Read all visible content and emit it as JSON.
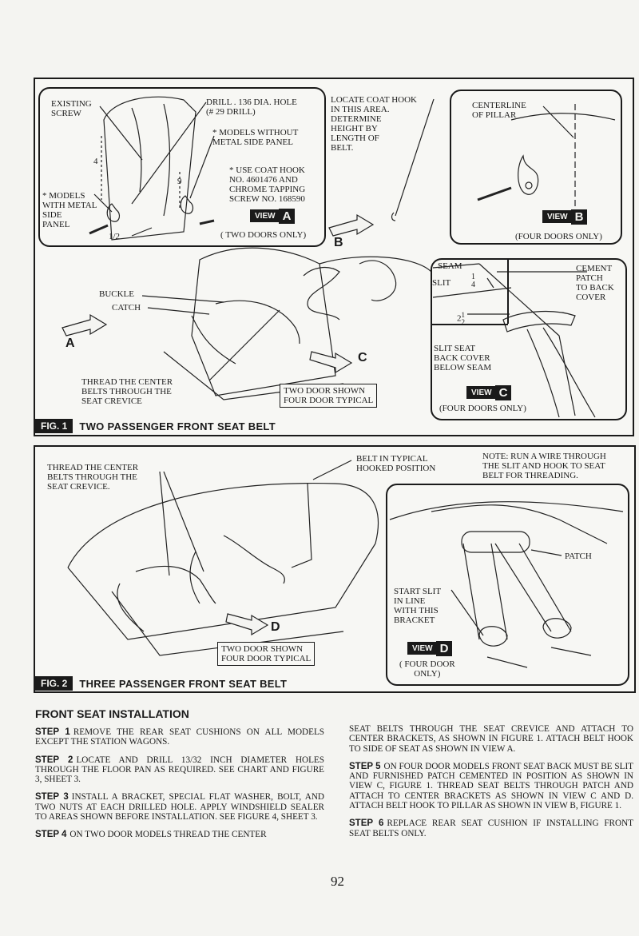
{
  "fig1": {
    "tag": "FIG. 1",
    "title": "TWO PASSENGER FRONT SEAT BELT",
    "view_a": {
      "existing_screw": "EXISTING\nSCREW",
      "drill": "DRILL . 136 DIA. HOLE\n(# 29 DRILL)",
      "models_without": "* MODELS WITHOUT\nMETAL SIDE PANEL",
      "coat_hook_note": "* USE COAT HOOK\nNO. 4601476 AND\nCHROME TAPPING\nSCREW NO. 168590",
      "models_with": "* MODELS\nWITH METAL\nSIDE\nPANEL",
      "dim_4": "4",
      "dim_9": "9",
      "dim_half": "1/2",
      "view_word": "VIEW",
      "view_letter": "A",
      "caption": "( TWO DOORS ONLY)"
    },
    "locate_hook": "LOCATE COAT HOOK\nIN THIS AREA.\nDETERMINE\nHEIGHT BY\nLENGTH OF\nBELT.",
    "view_b": {
      "centerline": "CENTERLINE\nOF PILLAR",
      "view_word": "VIEW",
      "view_letter": "B",
      "caption": "(FOUR DOORS ONLY)"
    },
    "arrow_b": "B",
    "arrow_a": "A",
    "arrow_c": "C",
    "buckle": "BUCKLE",
    "catch": "CATCH",
    "thread": "THREAD THE CENTER\nBELTS THROUGH THE\nSEAT CREVICE",
    "door_note": "TWO DOOR SHOWN\nFOUR DOOR TYPICAL",
    "view_c": {
      "seam": "SEAM",
      "slit": "SLIT",
      "frac_quarter_n": "1",
      "frac_quarter_d": "4",
      "dim_2": "2",
      "frac_half_n": "1",
      "frac_half_d": "2",
      "cement": "CEMENT\nPATCH\nTO BACK\nCOVER",
      "slit_seat": "SLIT SEAT\nBACK COVER\nBELOW SEAM",
      "view_word": "VIEW",
      "view_letter": "C",
      "caption": "(FOUR DOORS ONLY)"
    }
  },
  "fig2": {
    "tag": "FIG. 2",
    "title": "THREE PASSENGER FRONT SEAT BELT",
    "thread": "THREAD THE CENTER\nBELTS THROUGH THE\nSEAT CREVICE.",
    "belt_hooked": "BELT IN TYPICAL\nHOOKED POSITION",
    "note": "NOTE: RUN A WIRE THROUGH\nTHE SLIT AND HOOK TO SEAT\nBELT FOR THREADING.",
    "patch": "PATCH",
    "start_slit": "START SLIT\nIN LINE\nWITH THIS\nBRACKET",
    "arrow_d": "D",
    "door_note": "TWO DOOR SHOWN\nFOUR DOOR TYPICAL",
    "view_d": {
      "view_word": "VIEW",
      "view_letter": "D",
      "caption": "( FOUR DOOR\nONLY)"
    }
  },
  "section": {
    "heading": "FRONT SEAT INSTALLATION",
    "steps": [
      {
        "label": "STEP 1",
        "text": "REMOVE THE REAR SEAT CUSHIONS ON ALL MODELS EXCEPT THE STATION WAGONS."
      },
      {
        "label": "STEP 2",
        "text": "LOCATE AND DRILL 13/32 INCH DIAMETER HOLES THROUGH THE FLOOR PAN AS REQUIRED. SEE CHART AND FIGURE 3, SHEET 3."
      },
      {
        "label": "STEP 3",
        "text": "INSTALL A BRACKET, SPECIAL FLAT WASHER, BOLT, AND TWO NUTS AT EACH DRILLED HOLE. APPLY WINDSHIELD SEALER TO AREAS SHOWN BEFORE INSTALLATION. SEE FIGURE 4, SHEET 3."
      },
      {
        "label": "STEP 4",
        "text": "ON TWO DOOR MODELS THREAD THE CENTER"
      }
    ],
    "step4_cont": "SEAT BELTS THROUGH THE SEAT CREVICE AND ATTACH TO CENTER BRACKETS, AS SHOWN IN FIGURE 1. ATTACH BELT HOOK TO SIDE OF SEAT AS SHOWN IN VIEW A.",
    "steps_right": [
      {
        "label": "STEP 5",
        "text": "ON FOUR DOOR MODELS FRONT SEAT BACK MUST BE SLIT AND FURNISHED PATCH CEMENTED IN POSITION AS SHOWN IN VIEW C, FIGURE 1. THREAD SEAT BELTS THROUGH PATCH AND ATTACH TO CENTER BRACKETS AS SHOWN IN VIEW C AND D. ATTACH BELT HOOK TO PILLAR AS SHOWN IN VIEW B, FIGURE 1."
      },
      {
        "label": "STEP 6",
        "text": "REPLACE REAR SEAT CUSHION IF INSTALLING FRONT SEAT BELTS ONLY."
      }
    ]
  },
  "page_number": "92"
}
